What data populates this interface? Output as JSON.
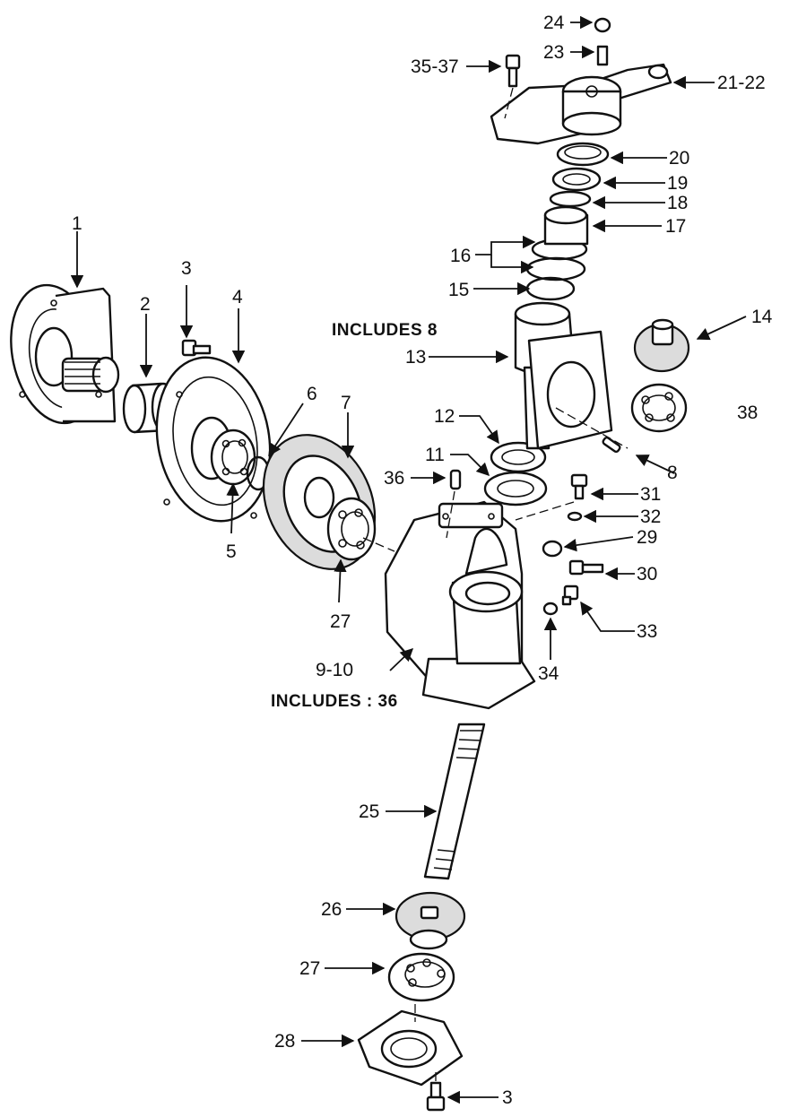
{
  "notes": {
    "includes_8": "INCLUDES 8",
    "includes_36": "INCLUDES : 36"
  },
  "callouts": [
    {
      "id": "c1",
      "label": "1"
    },
    {
      "id": "c2",
      "label": "2"
    },
    {
      "id": "c3a",
      "label": "3"
    },
    {
      "id": "c4",
      "label": "4"
    },
    {
      "id": "c5",
      "label": "5"
    },
    {
      "id": "c6",
      "label": "6"
    },
    {
      "id": "c7",
      "label": "7"
    },
    {
      "id": "c8",
      "label": "8"
    },
    {
      "id": "c9_10",
      "label": "9-10"
    },
    {
      "id": "c11",
      "label": "11"
    },
    {
      "id": "c12",
      "label": "12"
    },
    {
      "id": "c13",
      "label": "13"
    },
    {
      "id": "c14",
      "label": "14"
    },
    {
      "id": "c15",
      "label": "15"
    },
    {
      "id": "c16",
      "label": "16"
    },
    {
      "id": "c17",
      "label": "17"
    },
    {
      "id": "c18",
      "label": "18"
    },
    {
      "id": "c19",
      "label": "19"
    },
    {
      "id": "c20",
      "label": "20"
    },
    {
      "id": "c21_22",
      "label": "21-22"
    },
    {
      "id": "c23",
      "label": "23"
    },
    {
      "id": "c24",
      "label": "24"
    },
    {
      "id": "c25",
      "label": "25"
    },
    {
      "id": "c26",
      "label": "26"
    },
    {
      "id": "c27a",
      "label": "27"
    },
    {
      "id": "c27b",
      "label": "27"
    },
    {
      "id": "c28",
      "label": "28"
    },
    {
      "id": "c29",
      "label": "29"
    },
    {
      "id": "c30",
      "label": "30"
    },
    {
      "id": "c31",
      "label": "31"
    },
    {
      "id": "c32",
      "label": "32"
    },
    {
      "id": "c33",
      "label": "33"
    },
    {
      "id": "c34",
      "label": "34"
    },
    {
      "id": "c35_37",
      "label": "35-37"
    },
    {
      "id": "c36",
      "label": "36"
    },
    {
      "id": "c38",
      "label": "38"
    },
    {
      "id": "c3b",
      "label": "3"
    }
  ]
}
